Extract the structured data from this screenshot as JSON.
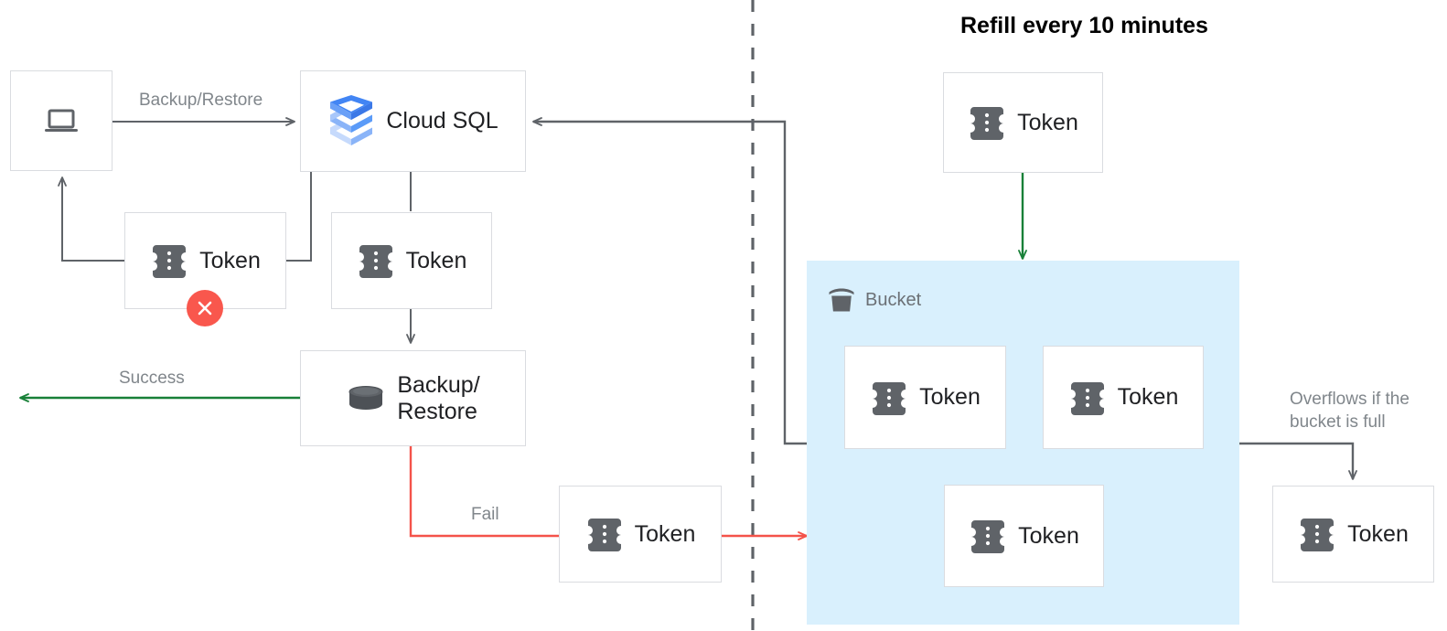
{
  "title": "Refill every 10 minutes",
  "colors": {
    "box_border": "#dadce0",
    "text_dark": "#202124",
    "text_muted": "#80868b",
    "arrow_gray": "#5f6368",
    "arrow_green": "#188038",
    "arrow_red": "#f4534a",
    "bucket_fill": "#d9f0fd",
    "token_icon": "#5f6368",
    "fail_badge": "#f9574d",
    "cloudsql_blue_dark": "#4285f4",
    "cloudsql_blue_mid": "#8ab4f8",
    "cloudsql_blue_light": "#c6dafc"
  },
  "nodes": {
    "client": {
      "icon": "laptop-icon",
      "label": ""
    },
    "cloud_sql": {
      "icon": "cloud-sql-icon",
      "label": "Cloud SQL"
    },
    "token_failed": {
      "icon": "token-icon",
      "label": "Token",
      "badge": "x-icon"
    },
    "token_consumed": {
      "icon": "token-icon",
      "label": "Token"
    },
    "backup_restore": {
      "icon": "database-icon",
      "label": "Backup/\nRestore"
    },
    "token_fail_return": {
      "icon": "token-icon",
      "label": "Token"
    },
    "token_refill": {
      "icon": "token-icon",
      "label": "Token"
    },
    "token_bucket_1": {
      "icon": "token-icon",
      "label": "Token"
    },
    "token_bucket_2": {
      "icon": "token-icon",
      "label": "Token"
    },
    "token_bucket_3": {
      "icon": "token-icon",
      "label": "Token"
    },
    "token_overflow": {
      "icon": "token-icon",
      "label": "Token"
    }
  },
  "bucket": {
    "icon": "bucket-icon",
    "label": "Bucket"
  },
  "edges": {
    "backup_restore_label": "Backup/Restore",
    "success_label": "Success",
    "fail_label": "Fail",
    "overflow_label": "Overflows if the\nbucket is full"
  }
}
